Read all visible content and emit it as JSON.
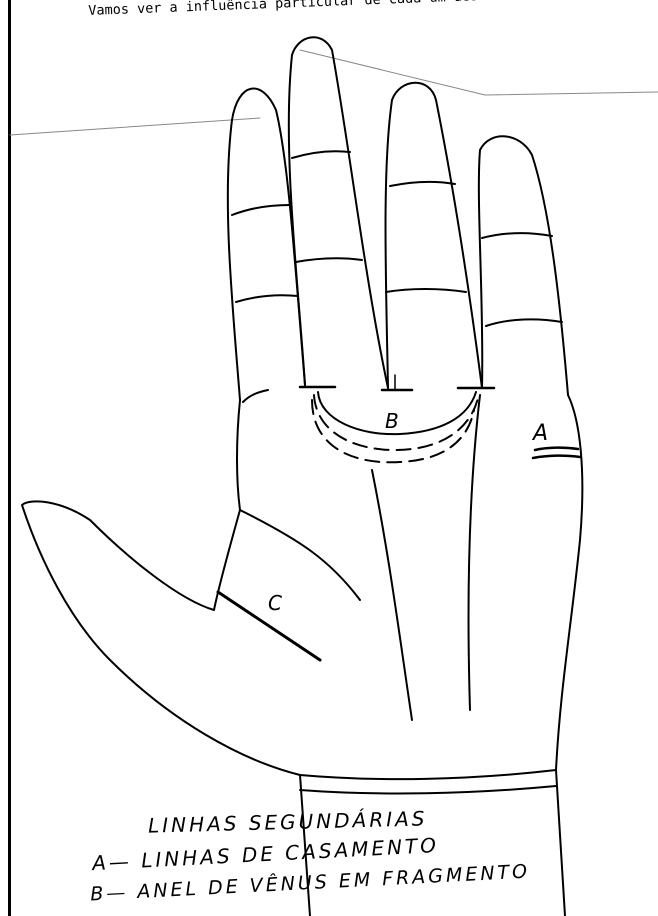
{
  "header": {
    "text": "Vamos ver a influência particular de cada um destes"
  },
  "labels": {
    "a": "A",
    "b": "B",
    "c": "C"
  },
  "caption": {
    "title": "LINHAS SEGUNDÁRIAS",
    "line_a": "A— LINHAS DE CASAMENTO",
    "line_b": "B— ANEL DE VÊNUS EM FRAGMENTO"
  }
}
